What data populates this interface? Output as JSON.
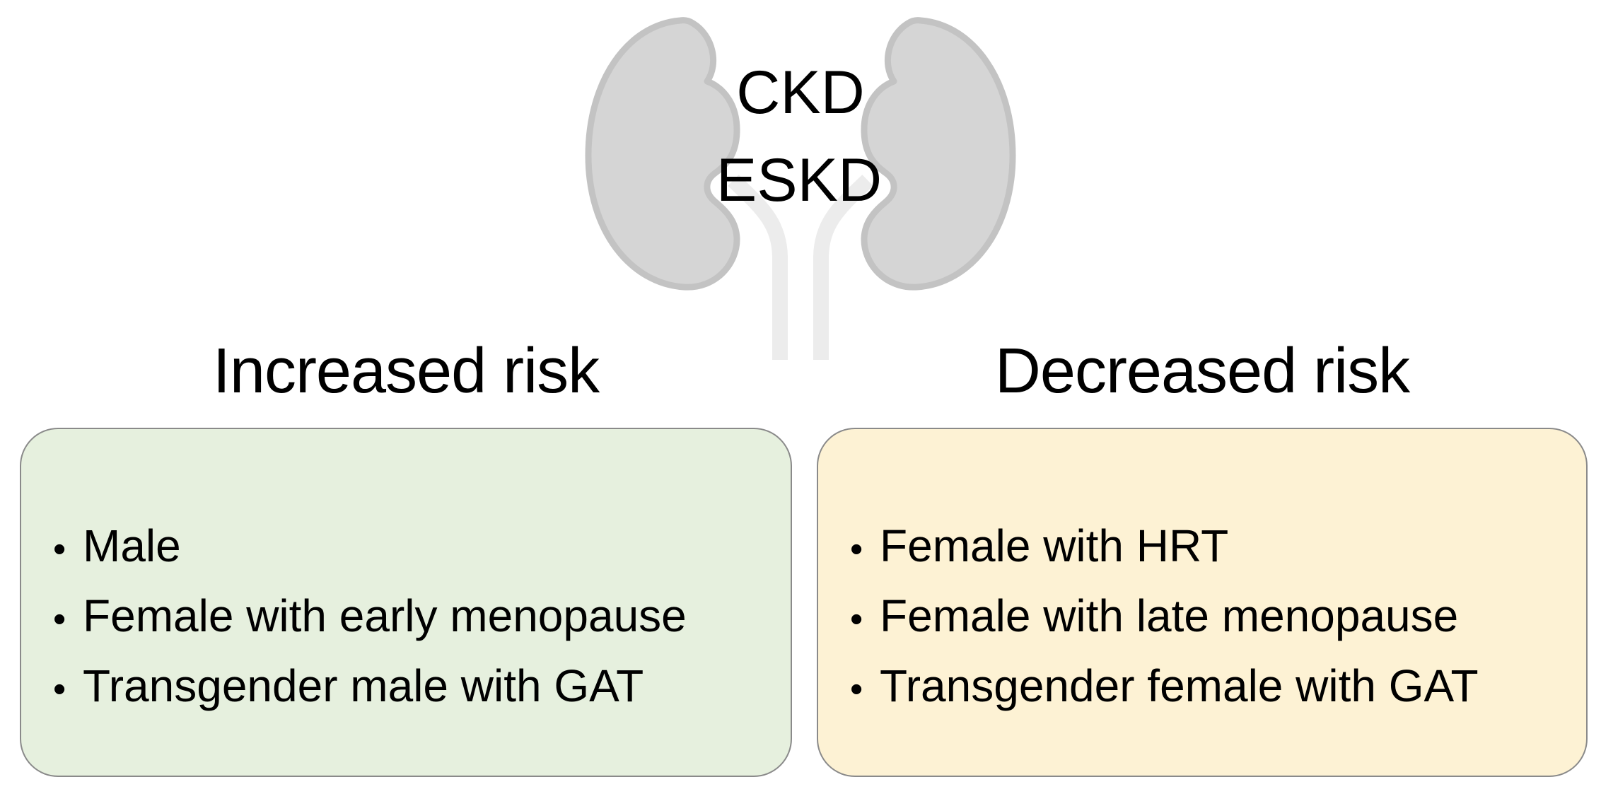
{
  "diagram": {
    "organ": "kidneys",
    "kidney_label_top": "CKD",
    "kidney_label_bottom": "ESKD"
  },
  "columns": [
    {
      "heading": "Increased risk",
      "items": [
        "Male",
        "Female with early menopause",
        "Transgender male with GAT"
      ]
    },
    {
      "heading": "Decreased risk",
      "items": [
        "Female with HRT",
        "Female with late menopause",
        "Transgender female with GAT"
      ]
    }
  ],
  "ui": {
    "bullet_glyph": "•"
  },
  "colors": {
    "increased_box_fill": "#e6f0de",
    "decreased_box_fill": "#fdf2d4",
    "box_border": "#8a8a8a",
    "kidney_fill": "#d5d5d5",
    "kidney_outline": "#c3c3c3",
    "ureter": "#ececec",
    "text": "#000000",
    "background": "#ffffff"
  }
}
